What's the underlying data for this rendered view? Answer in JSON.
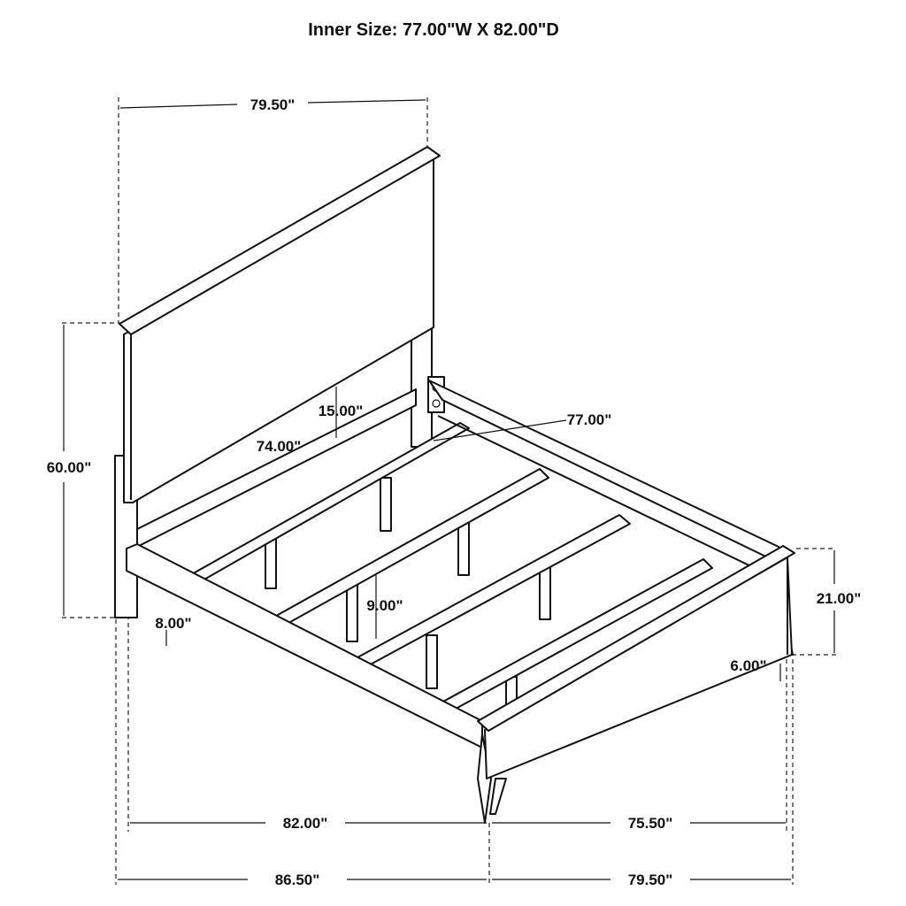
{
  "title": "Inner Size: 77.00\"W X 82.00\"D",
  "dimensions": {
    "headboard_width": "79.50\"",
    "overall_height": "60.00\"",
    "headboard_panel_gap": "15.00\"",
    "inner_rail_length": "74.00\"",
    "inner_width": "77.00\"",
    "center_support_height": "9.00\"",
    "clearance_head": "8.00\"",
    "footboard_height": "21.00\"",
    "clearance_foot": "6.00\"",
    "rail_length": "82.00\"",
    "footboard_width": "75.50\"",
    "overall_length": "86.50\"",
    "overall_width": "79.50\""
  }
}
